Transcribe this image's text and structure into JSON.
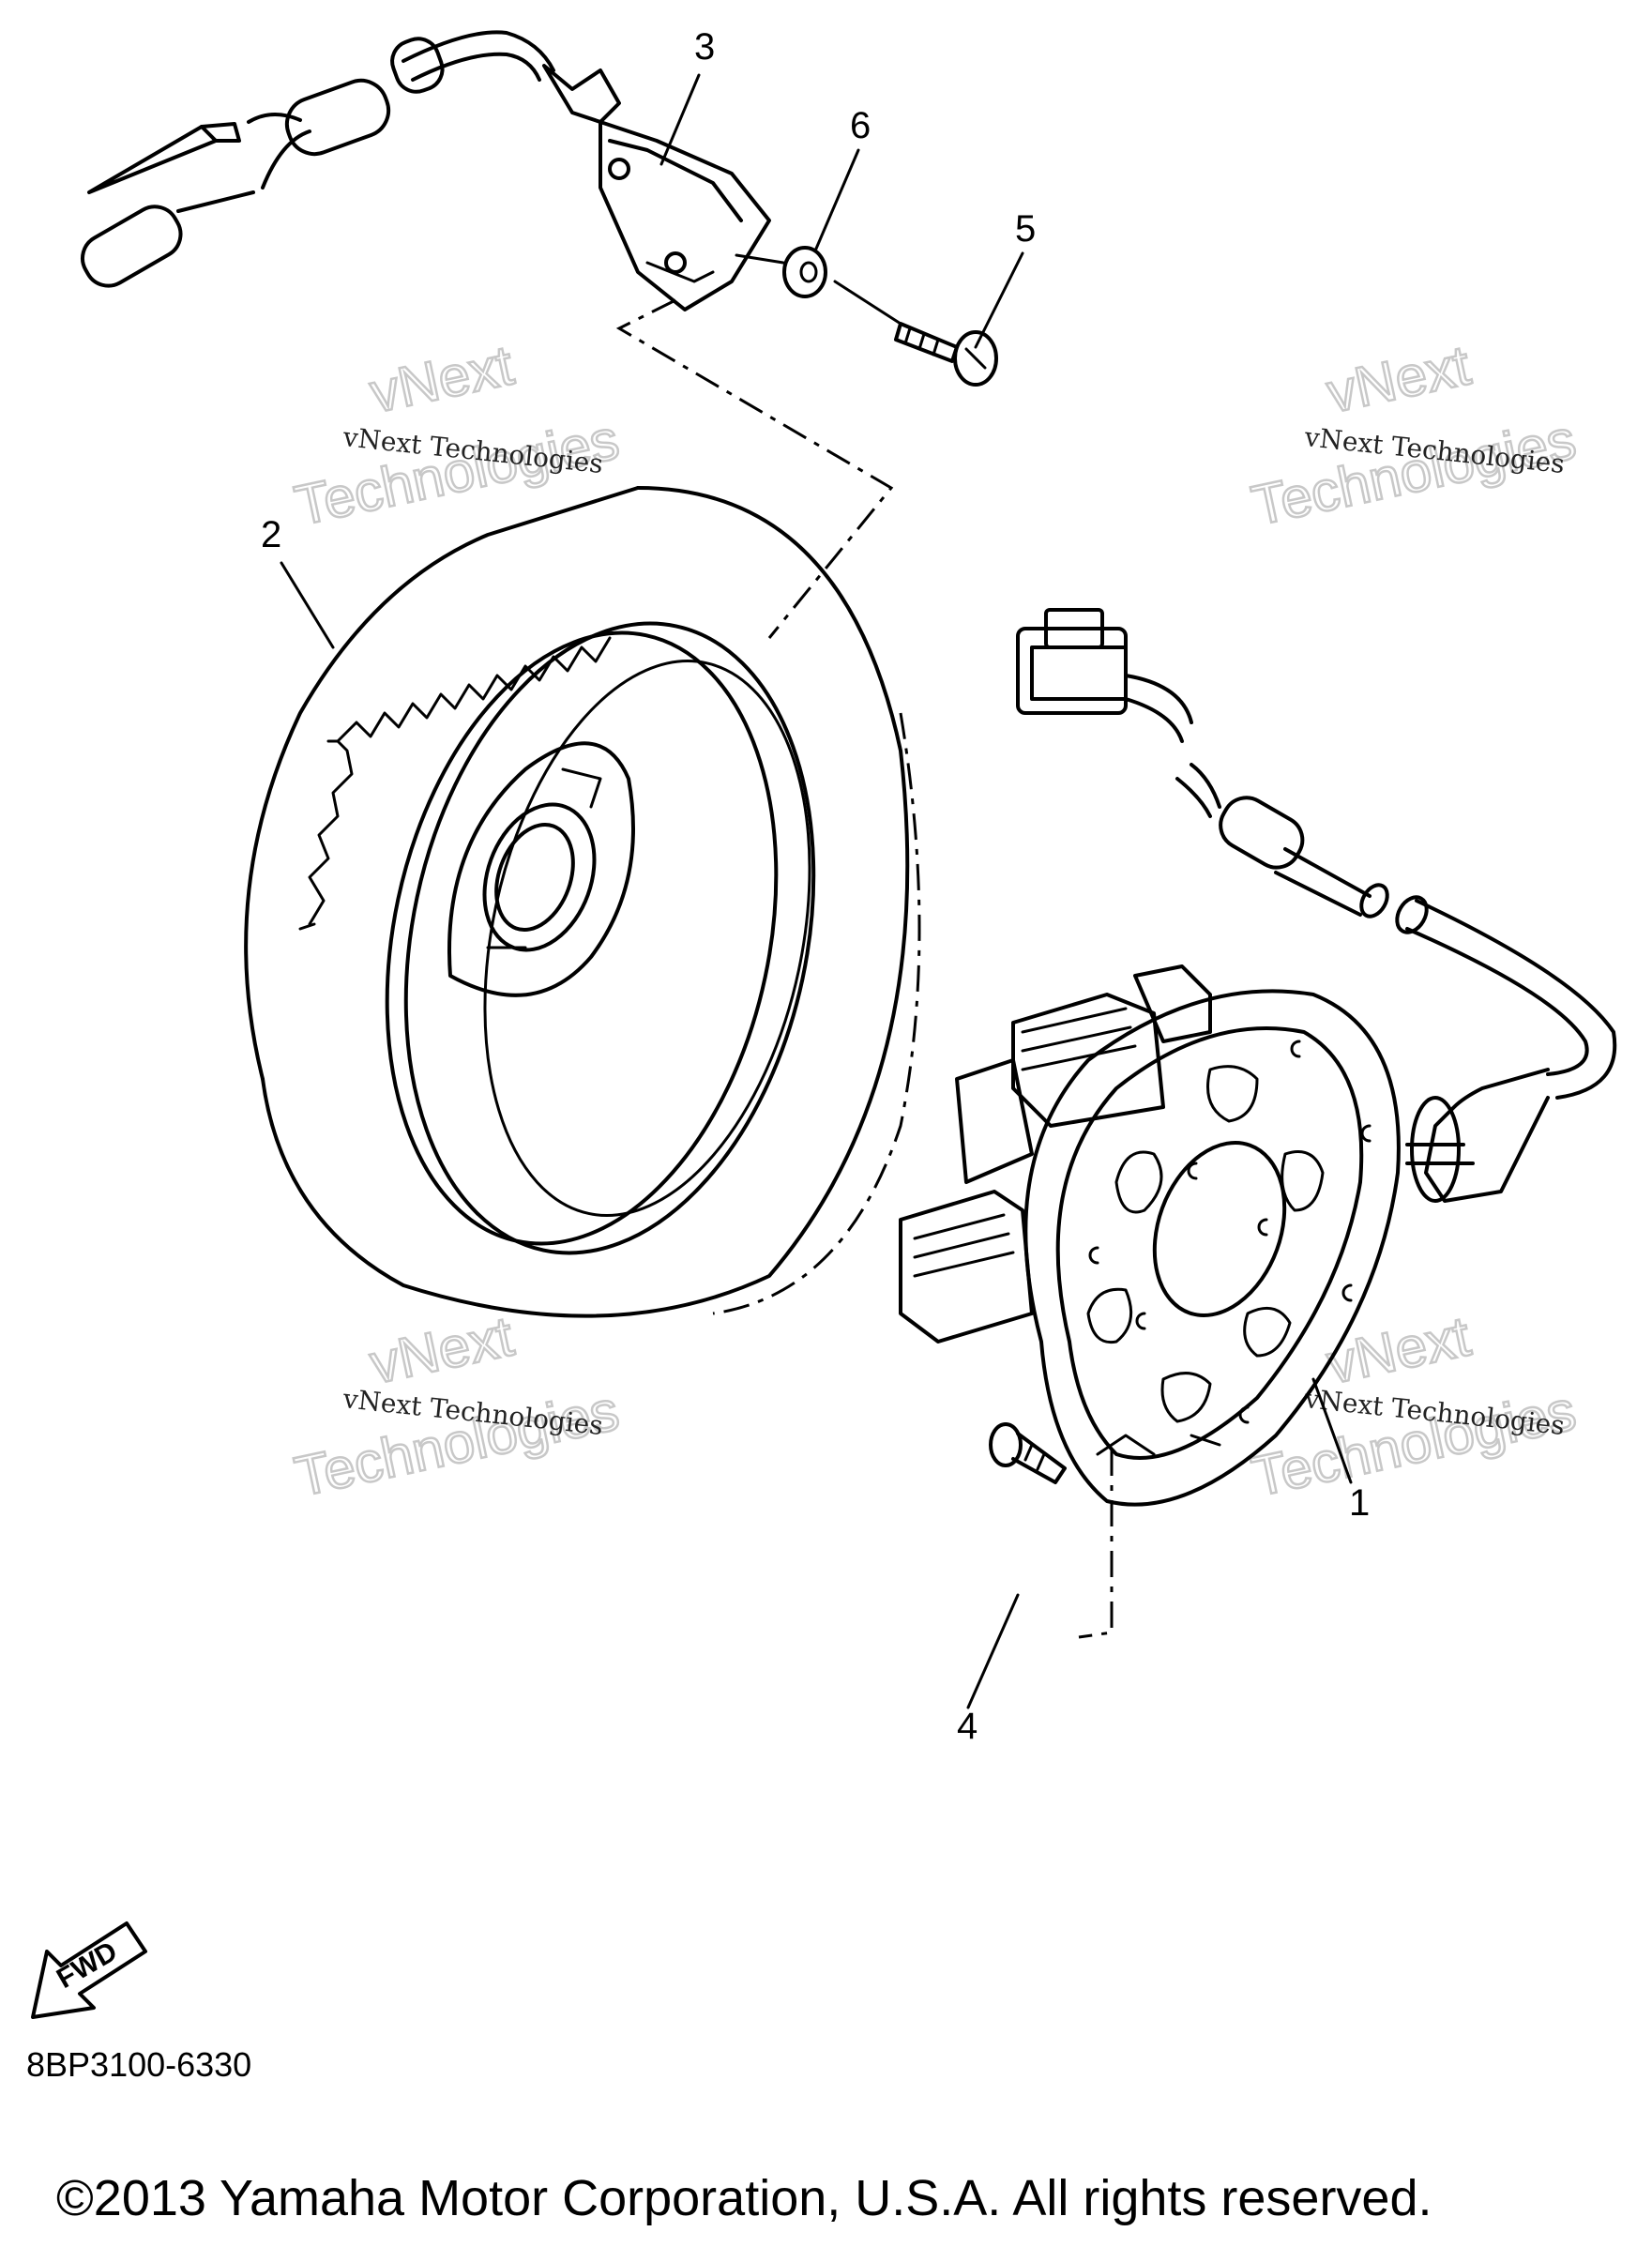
{
  "parts": [
    {
      "callout": "1",
      "name": "stator-assembly"
    },
    {
      "callout": "2",
      "name": "flywheel-rotor"
    },
    {
      "callout": "3",
      "name": "pickup-coil"
    },
    {
      "callout": "4",
      "name": "screw"
    },
    {
      "callout": "5",
      "name": "bolt"
    },
    {
      "callout": "6",
      "name": "washer"
    }
  ],
  "watermark": {
    "line1": "vNext Technologies",
    "big1": "vNext",
    "big2": "Technologies"
  },
  "fwd_label": "FWD",
  "diagram_code": "8BP3100-6330",
  "copyright": "©2013 Yamaha Motor Corporation, U.S.A. All rights reserved."
}
